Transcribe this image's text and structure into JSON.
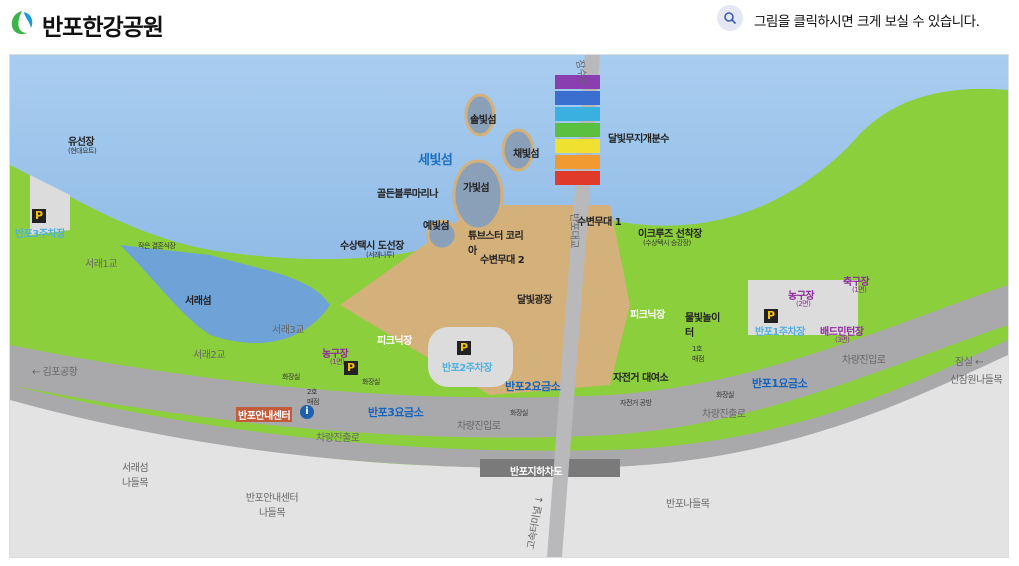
{
  "header": {
    "title": "반포한강공원",
    "hint": "그림을 클릭하시면 크게 보실 수 있습니다.",
    "hint_icon": "search-icon",
    "logo_colors": [
      "#1a9ad6",
      "#3cb44a"
    ]
  },
  "map": {
    "colors": {
      "river": "#8fbbe6",
      "land": "#8ccf3c",
      "path": "#d4b07a",
      "road": "#a9a9ab",
      "outside": "#e3e3e3"
    },
    "labels": {
      "yuseonjang": "유선장",
      "yuseonjang_sub": "(현대요트)",
      "parking3": "반포3주차장",
      "small_wedding": "작은 결혼식장",
      "seorae1": "서래1교",
      "seoraeseom": "서래섬",
      "seorae2": "서래2교",
      "seorae3": "서래3교",
      "gimpo": "← 김포공항",
      "sebitseom": "세빛섬",
      "solbitseom": "솔빛섬",
      "chaebitseom": "채빛섬",
      "gabitseom": "가빛섬",
      "yebitseom": "예빛섬",
      "golden_blue": "골든블루마리나",
      "tube_star": "튜브스터 코리아",
      "water_taxi": "수상택시 도선장",
      "water_taxi_sub": "(서래나루)",
      "stage1": "수변무대 1",
      "stage2": "수변무대 2",
      "moonlight_fountain": "달빛무지개분수",
      "jamsugyo": "잠수교",
      "banpodaegyo": "반포대교",
      "ecruise": "이크루즈 선착장",
      "ecruise_sub": "(수상택시 승강장)",
      "moonlight_square": "달빛광장",
      "picnic1": "피크닉장",
      "picnic2": "피크닉장",
      "water_play": "물빛놀이터",
      "basketball1": "농구장",
      "basketball1_sub": "(1면)",
      "basketball2": "농구장",
      "basketball2_sub": "(2면)",
      "soccer": "축구장",
      "soccer_sub": "(1면)",
      "badminton": "배드민턴장",
      "badminton_sub": "(3면)",
      "parking2": "반포2주차장",
      "parking1": "반포1주차장",
      "toilet1": "화장실",
      "toilet2": "화장실",
      "toilet3": "화장실",
      "toilet4": "화장실",
      "store2": "2호 매점",
      "store1": "1호 매점",
      "gate3": "반포3요금소",
      "gate2": "반포2요금소",
      "gate1": "반포1요금소",
      "info_center": "반포안내센터",
      "bike_rental": "자전거 대여소",
      "bike_repair": "자전거 공방",
      "exit_road1": "차량진출로",
      "entry_road1": "차량진입로",
      "exit_road2": "차량진출로",
      "entry_road2": "차량진입로",
      "underpass": "반포지하차도",
      "jamsil": "잠실 ←",
      "sinjangwon": "신잠원나들목",
      "seorae_gate": "서래섬 나들목",
      "info_gate": "반포안내센터 나들목",
      "banpo_gate": "반포나들목",
      "expressway": "고속터미널 ↓"
    }
  }
}
